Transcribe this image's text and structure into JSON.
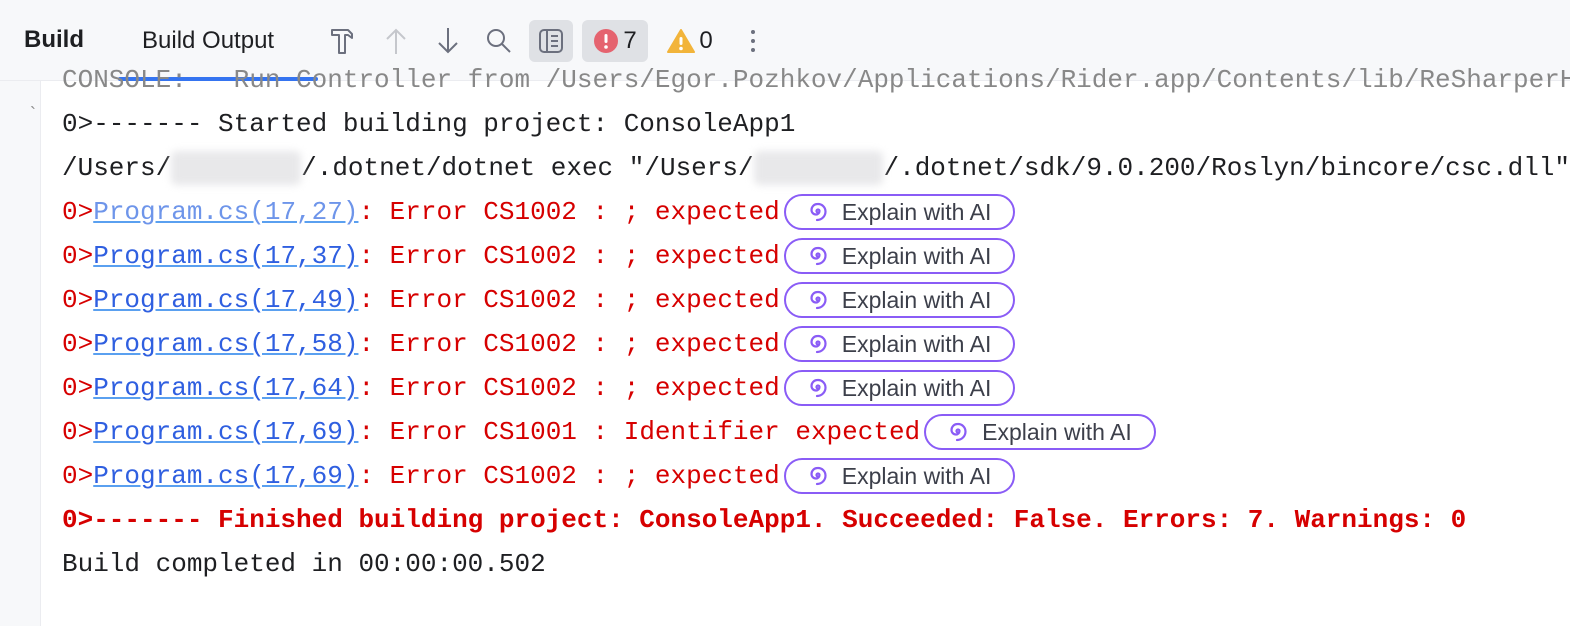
{
  "toolbar": {
    "title": "Build",
    "tab": "Build Output",
    "error_count": "7",
    "warning_count": "0",
    "colors": {
      "accent": "#3574f0",
      "error": "#e5636f",
      "warning": "#f2b43a"
    }
  },
  "console": {
    "clipped_line": "CONSOLE:   Run Controller from /Users/Egor.Pozhkov/Applications/Rider.app/Contents/lib/ReSharperHost",
    "started": "0>------- Started building project: ConsoleApp1",
    "exec_line": {
      "p1": "/Users/",
      "p2": "/.dotnet/dotnet exec \"/Users/",
      "p3": "/.dotnet/sdk/9.0.200/Roslyn/bincore/csc.dll\""
    },
    "errors": [
      {
        "prefix": "0>",
        "file": "Program.cs(17,27)",
        "message": ": Error CS1002 : ; expected"
      },
      {
        "prefix": "0>",
        "file": "Program.cs(17,37)",
        "message": ": Error CS1002 : ; expected"
      },
      {
        "prefix": "0>",
        "file": "Program.cs(17,49)",
        "message": ": Error CS1002 : ; expected"
      },
      {
        "prefix": "0>",
        "file": "Program.cs(17,58)",
        "message": ": Error CS1002 : ; expected"
      },
      {
        "prefix": "0>",
        "file": "Program.cs(17,64)",
        "message": ": Error CS1002 : ; expected"
      },
      {
        "prefix": "0>",
        "file": "Program.cs(17,69)",
        "message": ": Error CS1001 : Identifier expected"
      },
      {
        "prefix": "0>",
        "file": "Program.cs(17,69)",
        "message": ": Error CS1002 : ; expected"
      }
    ],
    "explain_label": "Explain with AI",
    "finished": "0>------- Finished building project: ConsoleApp1. Succeeded: False. Errors: 7. Warnings: 0",
    "completed": "Build completed in 00:00:00.502"
  }
}
